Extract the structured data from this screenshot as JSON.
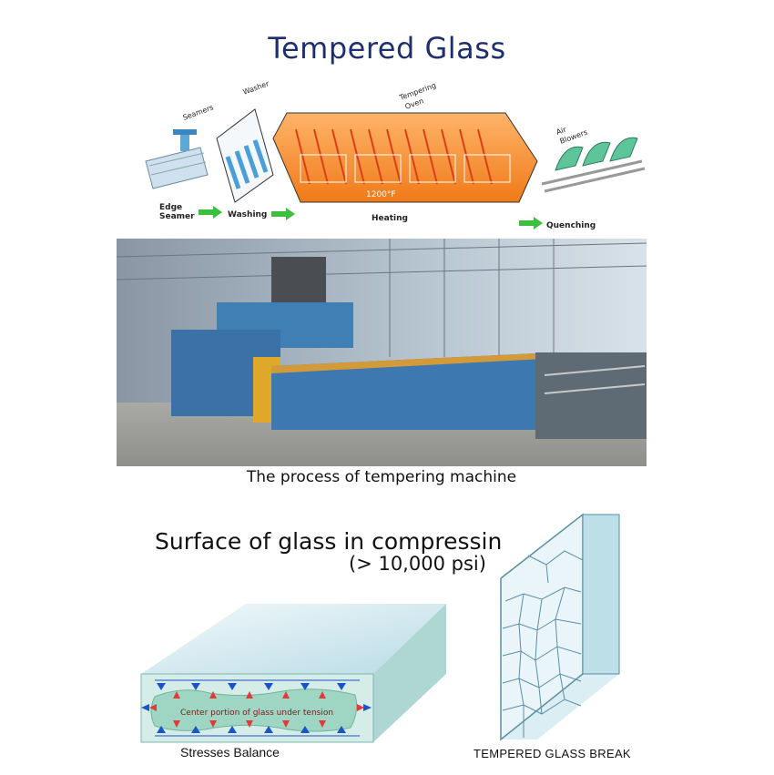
{
  "title": "Tempered Glass",
  "process": {
    "labels": {
      "seamers": "Seamers",
      "washer": "Washer",
      "tempering_oven_1": "Tempering",
      "tempering_oven_2": "Oven",
      "air_blowers_1": "Air",
      "air_blowers_2": "Blowers",
      "temperature": "1200°F"
    },
    "stages": {
      "edge_1": "Edge",
      "edge_2": "Seamer",
      "washing": "Washing",
      "heating": "Heating",
      "quenching": "Quenching"
    },
    "colors": {
      "oven": "#f58a2a",
      "arrow": "#3cbf3c",
      "blower": "#5ec49a"
    }
  },
  "photo": {
    "caption": "The process of tempering machine"
  },
  "compression": {
    "heading": "Surface of glass in compressin",
    "subheading": "(> 10,000 psi)",
    "tension_label": "Center portion of glass under tension",
    "balance_label": "Stresses Balance",
    "colors": {
      "compression_arrow": "#1b55c4",
      "tension_arrow": "#e23a3a",
      "glass": "#cfe9e4"
    }
  },
  "break": {
    "label": "TEMPERED GLASS BREAK"
  }
}
